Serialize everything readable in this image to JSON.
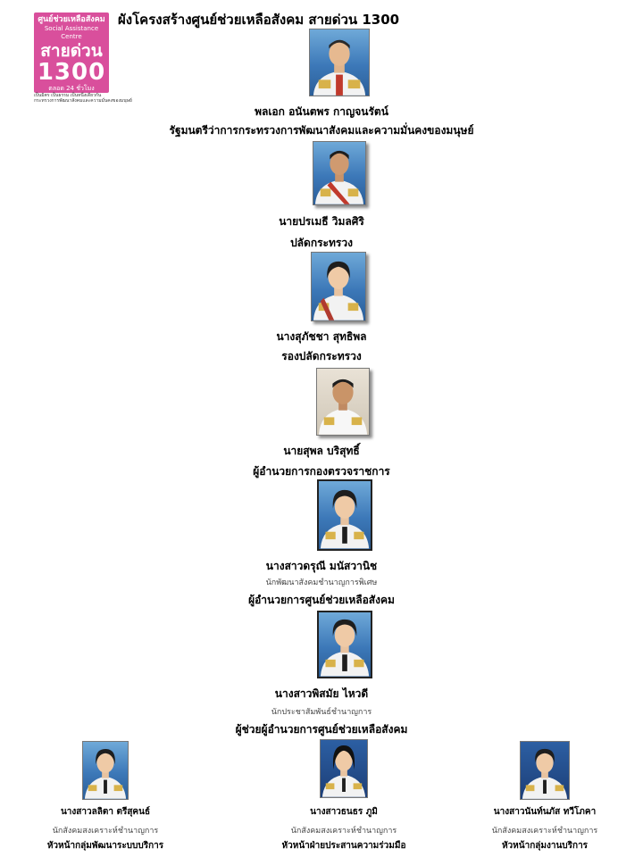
{
  "title": "ผังโครงสร้างศูนย์ช่วยเหลือสังคม สายด่วน 1300",
  "logo": {
    "line1": "ศูนย์ช่วยเหลือสังคม",
    "line2": "Social Assistance Centre",
    "line3": "สายด่วน",
    "line4": "1300",
    "line5": "ตลอด 24 ชั่วโมง",
    "tagline1": "เป็นมิตร เป็นธรรม เป็นหนึ่งเดียวกัน",
    "tagline2": "กระทรวงการพัฒนาสังคมและความมั่นคงของมนุษย์"
  },
  "people": [
    {
      "name": "พลเอก อนันตพร กาญจนรัตน์",
      "position": "รัฐมนตรีว่าการกระทรวงการพัฒนาสังคมและความมั่นคงของมนุษย์",
      "rank": ""
    },
    {
      "name": "นายปรเมธี วิมลศิริ",
      "position": "ปลัดกระทรวง",
      "rank": ""
    },
    {
      "name": "นางสุภัชชา สุทธิพล",
      "position": "รองปลัดกระทรวง",
      "rank": ""
    },
    {
      "name": "นายสุพล บริสุทธิ์",
      "position": "ผู้อำนวยการกองตรวจราชการ",
      "rank": ""
    },
    {
      "name": "นางสาวดรุณี มนัสวานิช",
      "position": "ผู้อำนวยการศูนย์ช่วยเหลือสังคม",
      "rank": "นักพัฒนาสังคมชำนาญการพิเศษ"
    },
    {
      "name": "นางสาวพิสมัย ไหวดี",
      "position": "ผู้ช่วยผู้อำนวยการศูนย์ช่วยเหลือสังคม",
      "rank": "นักประชาสัมพันธ์ชำนาญการ"
    }
  ],
  "bottom": [
    {
      "name": "นางสาวลลิตา ตรีสุคนธ์",
      "rank": "นักสังคมสงเคราะห์ชำนาญการ",
      "position": "หัวหน้ากลุ่มพัฒนาระบบบริการ"
    },
    {
      "name": "นางสาวธนธร ภูมิ",
      "rank": "นักสังคมสงเคราะห์ชำนาญการ",
      "position": "หัวหน้าฝ่ายประสานความร่วมมือ"
    },
    {
      "name": "นางสาวนันท์นภัส ทวีโภคา",
      "rank": "นักสังคมสงเคราะห์ชำนาญการ",
      "position": "หัวหน้ากลุ่มงานบริการ"
    }
  ]
}
